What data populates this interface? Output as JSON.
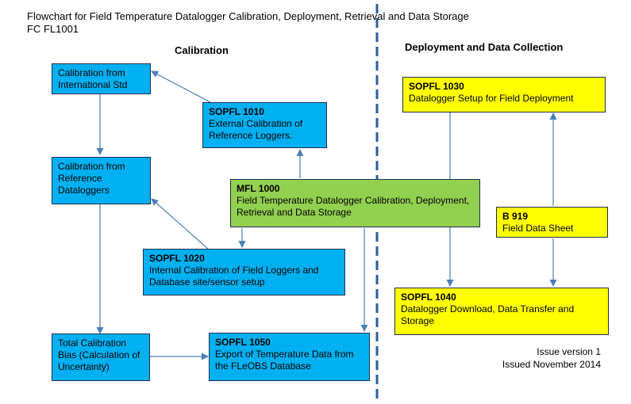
{
  "header": {
    "title": "Flowchart for Field Temperature Datalogger Calibration, Deployment, Retrieval and Data Storage",
    "code": "FC FL1001"
  },
  "sections": {
    "calibration": "Calibration",
    "deployment": "Deployment and Data Collection"
  },
  "boxes": {
    "cal_intl": {
      "body": "Calibration from International Std"
    },
    "cal_ref": {
      "body": "Calibration from Reference Dataloggers"
    },
    "total_bias": {
      "body": "Total Calibration Bias (Calculation of Uncertainty)"
    },
    "sopfl1010": {
      "code": "SOPFL 1010",
      "body": "External Calibration of Reference Loggers."
    },
    "mfl1000": {
      "code": "MFL 1000",
      "body": "Field Temperature Datalogger Calibration, Deployment, Retrieval and Data Storage"
    },
    "sopfl1020": {
      "code": "SOPFL 1020",
      "body": "Internal Calibration of Field Loggers and Database site/sensor setup"
    },
    "sopfl1050": {
      "code": "SOPFL 1050",
      "body": "Export of Temperature Data from the FLeOBS Database"
    },
    "sopfl1030": {
      "code": "SOPFL 1030",
      "body": "Datalogger Setup for Field Deployment"
    },
    "b919": {
      "code": "B 919",
      "body": "Field Data Sheet"
    },
    "sopfl1040": {
      "code": "SOPFL 1040",
      "body": "Datalogger Download, Data Transfer and Storage"
    }
  },
  "issue": {
    "version": "Issue version 1",
    "date": "Issued November 2014"
  },
  "colors": {
    "blue": "#00b0f0",
    "green": "#92d050",
    "yellow": "#ffff00",
    "arrow": "#4a7ebb",
    "divider": "#2e5c99"
  }
}
